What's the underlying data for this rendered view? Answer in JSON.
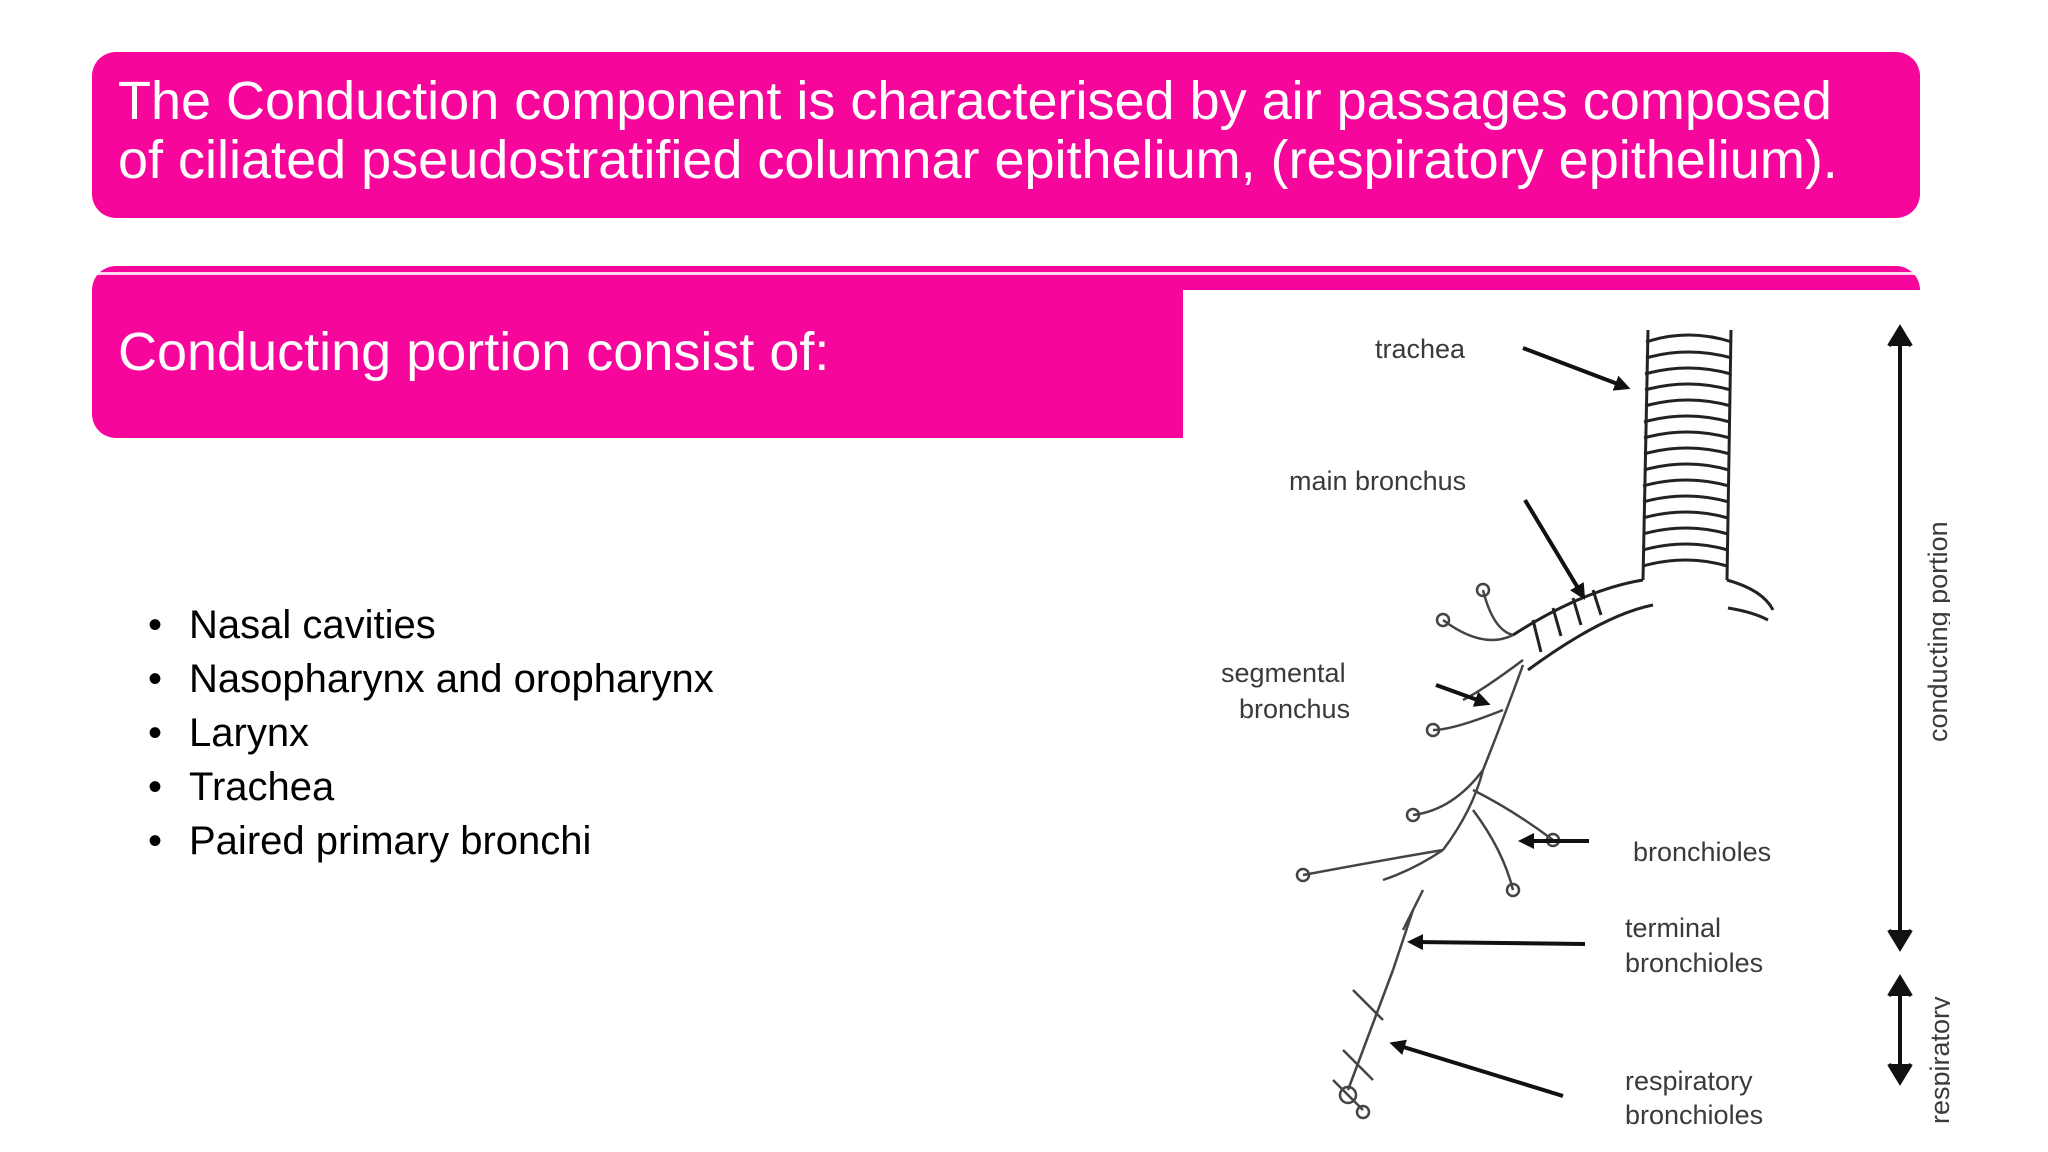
{
  "header": {
    "line1": "The Conduction component is characterised by air passages composed",
    "line2": "of ciliated pseudostratified columnar epithelium, (respiratory epithelium)."
  },
  "section": {
    "title": "Conducting portion consist of:"
  },
  "bullets": [
    "Nasal cavities",
    "Nasopharynx and oropharynx",
    "Larynx",
    "Trachea",
    "Paired primary bronchi"
  ],
  "diagram": {
    "labels": {
      "trachea": "trachea",
      "main_bronchus": "main bronchus",
      "segmental_line1": "segmental",
      "segmental_line2": "bronchus",
      "bronchioles": "bronchioles",
      "terminal_line1": "terminal",
      "terminal_line2": "bronchioles",
      "respiratory_line1": "respiratory",
      "respiratory_line2": "bronchioles",
      "conducting_portion": "conducting portion",
      "respiratory": "respiratory"
    }
  },
  "colors": {
    "accent": "#f7069c",
    "banner_text": "#ffffff",
    "body_text": "#000000",
    "diagram_ink": "#3a3a3a"
  }
}
